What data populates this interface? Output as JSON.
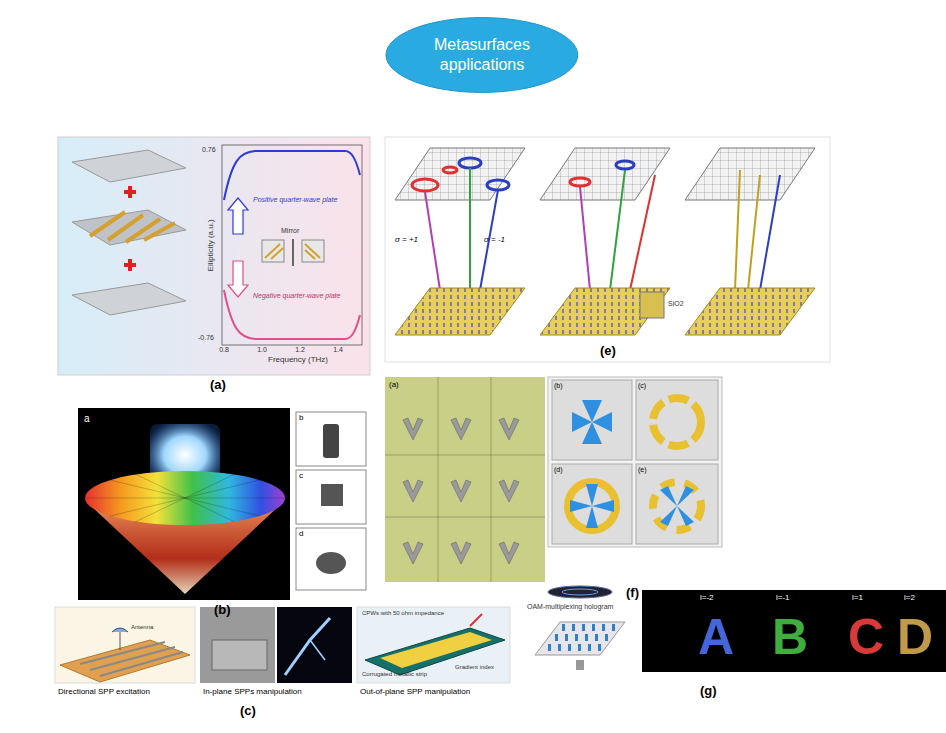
{
  "diagram": {
    "nodes": [
      {
        "text": [
          "Metasurfaces applications"
        ]
      }
    ],
    "labels": [
      "(a)",
      "Ellipticity (a.u.)",
      "Frequency (THz)",
      "Positive quarter-wave plate",
      "Negative quarter-wave plate",
      "Mirror",
      "0.8",
      "1.0",
      "1.2",
      "1.4",
      "0.76",
      "-0.76",
      "a",
      "b",
      "c",
      "d",
      "(b)",
      "Antenna",
      "CPWs with 50 ohm impedance",
      "Gradient index",
      "Corrugated metallic strip",
      "Directional SPP excitation",
      "In-plane SPPs manipulation",
      "Out-of-plane SPP manipulation",
      "(c)",
      "σ = +1",
      "σ = -1",
      "SiO2",
      "(e)",
      "(a)",
      "(b)",
      "(c)",
      "(d)",
      "(e)",
      "(f)",
      "OAM-multiplexing hologram",
      "l=-2",
      "l=-1",
      "l=1",
      "l=2",
      "A",
      "B",
      "C",
      "D",
      "(g)"
    ]
  }
}
